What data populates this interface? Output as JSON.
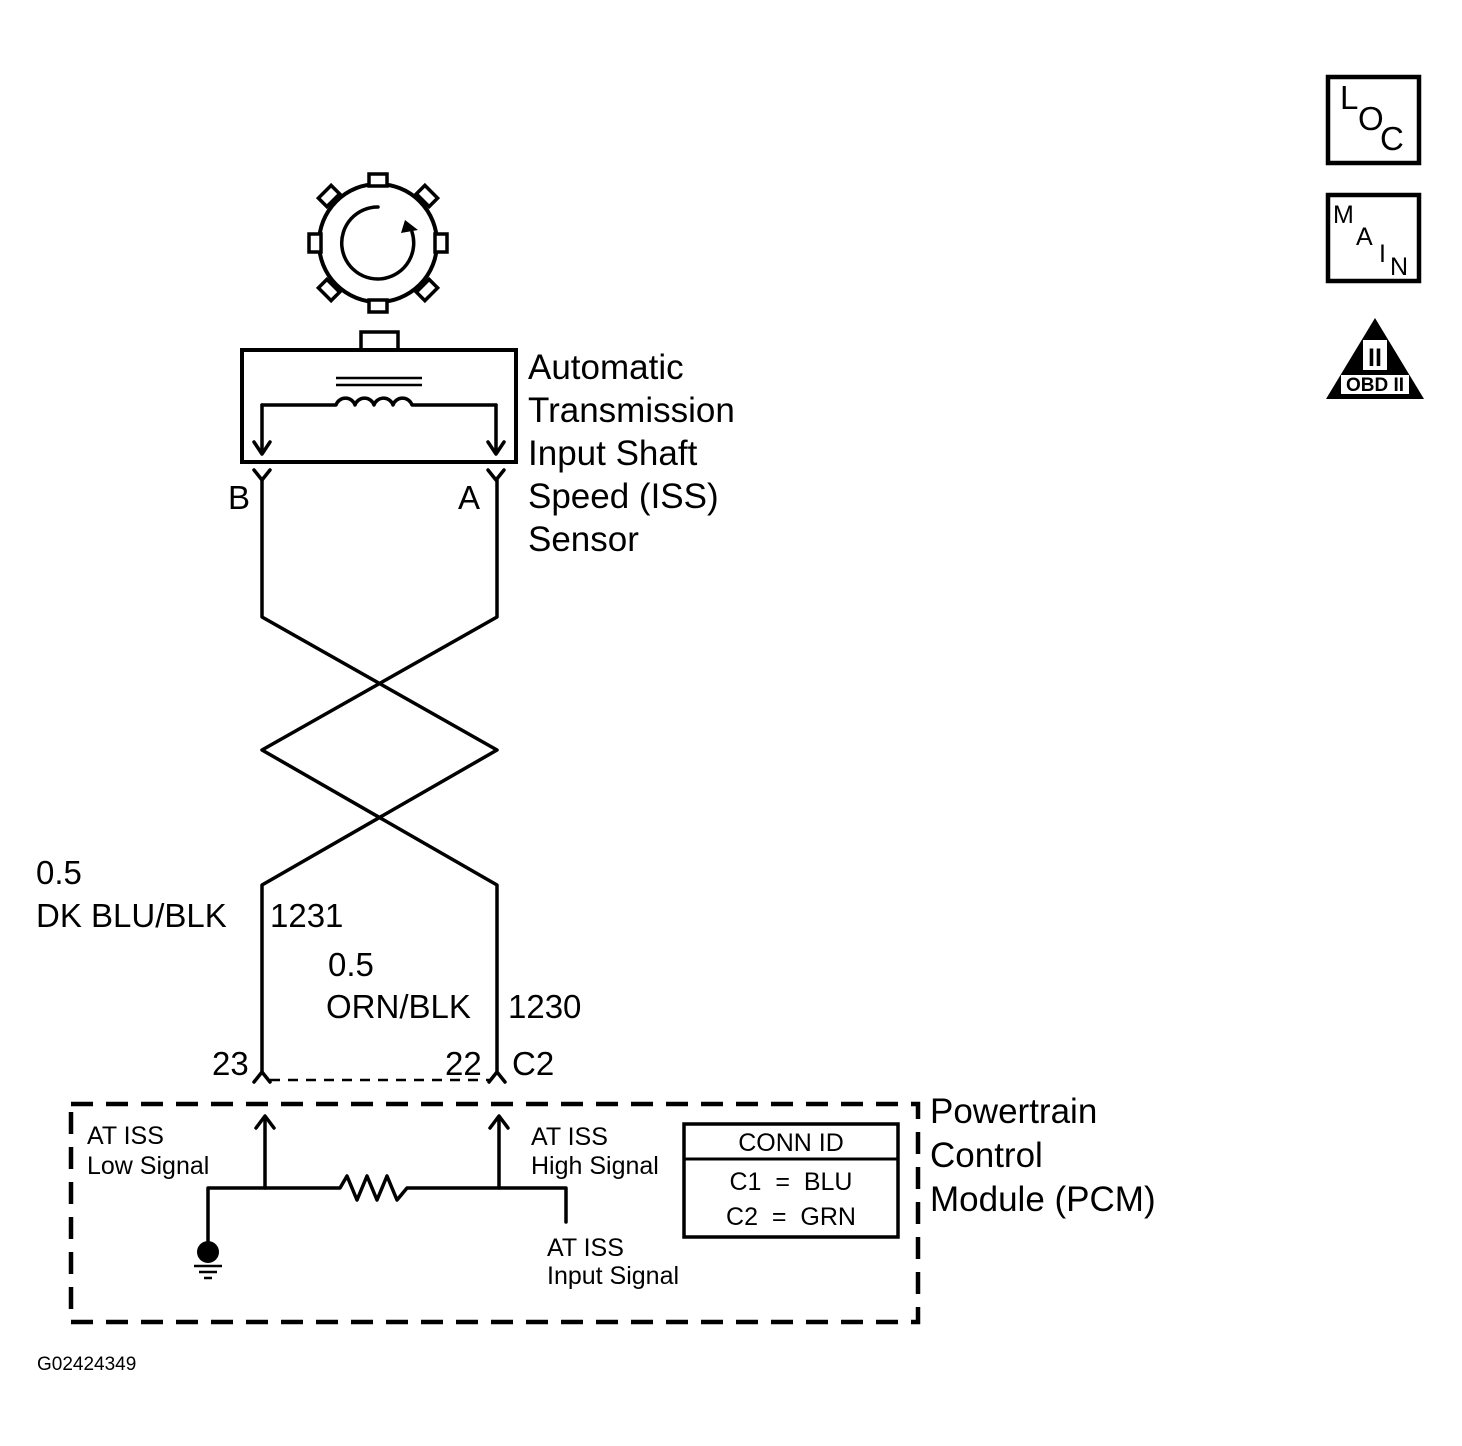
{
  "sensor": {
    "name_lines": [
      "Automatic",
      "Transmission",
      "Input Shaft",
      "Speed (ISS)",
      "Sensor"
    ],
    "terminal_b": "B",
    "terminal_a": "A"
  },
  "wires": {
    "low": {
      "gauge": "0.5",
      "color": "DK BLU/BLK",
      "circuit": "1231",
      "pin": "23"
    },
    "high": {
      "gauge": "0.5",
      "color": "ORN/BLK",
      "circuit": "1230",
      "pin": "22"
    },
    "connector": "C2"
  },
  "pcm": {
    "name_lines": [
      "Powertrain",
      "Control",
      "Module (PCM)"
    ],
    "low_signal": [
      "AT ISS",
      "Low Signal"
    ],
    "high_signal": [
      "AT ISS",
      "High Signal"
    ],
    "input_signal": [
      "AT ISS",
      "Input Signal"
    ],
    "conn_id": {
      "title": "CONN ID",
      "rows": [
        "C1  =  BLU",
        "C2  =  GRN"
      ]
    }
  },
  "icons": {
    "loc": [
      "L",
      "O",
      "C"
    ],
    "main": [
      "M",
      "A",
      "I",
      "N"
    ],
    "obd": {
      "mark": "II",
      "label": "OBD II"
    }
  },
  "figure_id": "G02424349"
}
